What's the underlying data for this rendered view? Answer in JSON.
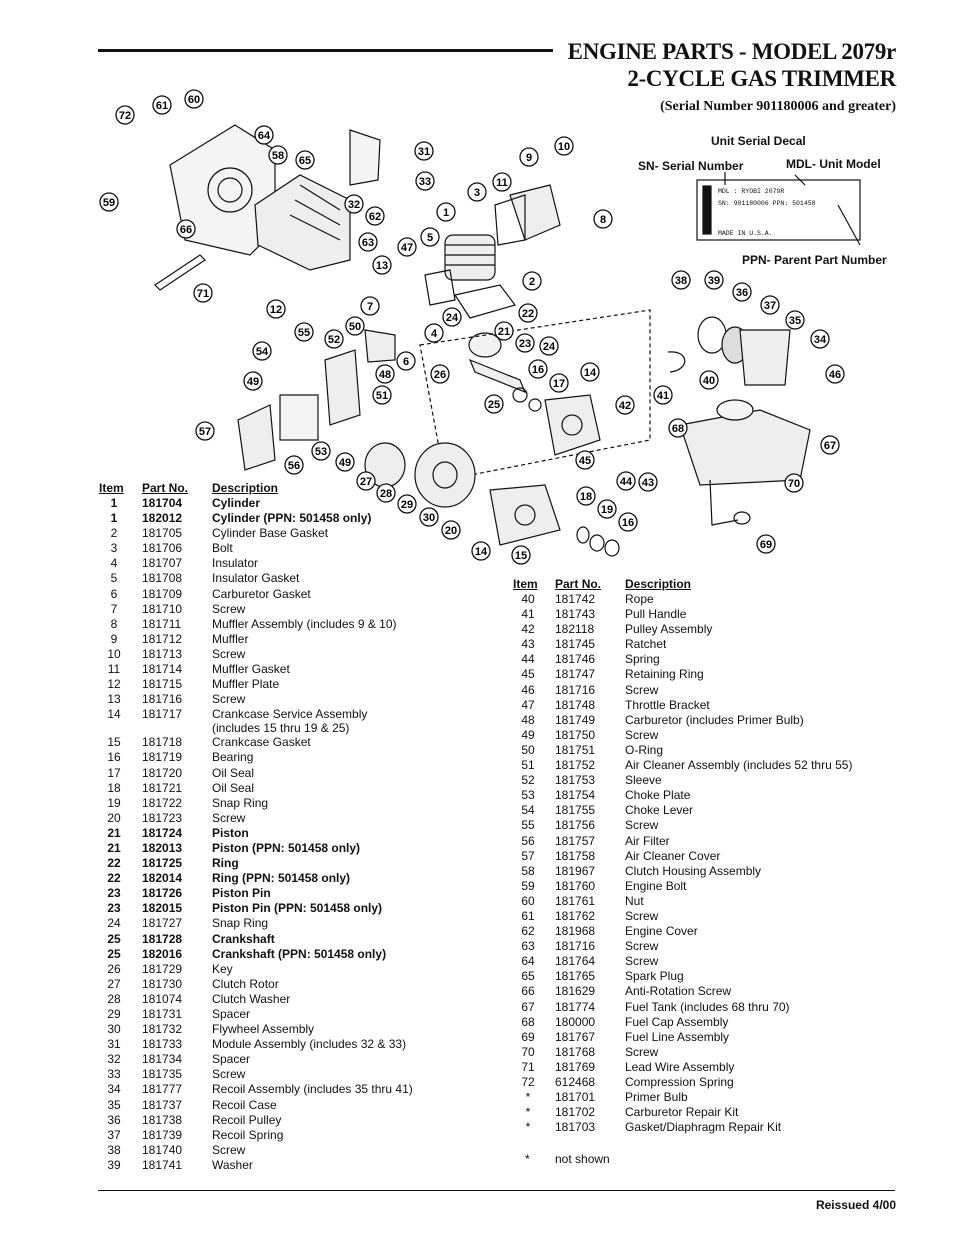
{
  "header": {
    "title_line1": "ENGINE PARTS - MODEL 2079r",
    "title_line2": "2-CYCLE GAS TRIMMER",
    "serial_note": "(Serial Number 901180006 and greater)"
  },
  "decal": {
    "title": "Unit Serial Decal",
    "sn_label": "SN- Serial Number",
    "mdl_label": "MDL- Unit Model",
    "ppn_label": "PPN- Parent Part Number",
    "line1": "MDL :  RYOBI  2079R",
    "line2": "SN: 901180006   PPN: 501458",
    "line3": "MADE IN U.S.A."
  },
  "callouts": [
    "72",
    "61",
    "60",
    "64",
    "58",
    "65",
    "31",
    "33",
    "59",
    "66",
    "32",
    "62",
    "63",
    "71",
    "13",
    "47",
    "12",
    "7",
    "55",
    "50",
    "52",
    "54",
    "48",
    "6",
    "49",
    "51",
    "57",
    "53",
    "56",
    "49",
    "27",
    "28",
    "29",
    "30",
    "20",
    "14",
    "15",
    "1",
    "3",
    "11",
    "9",
    "10",
    "8",
    "5",
    "4",
    "2",
    "24",
    "22",
    "21",
    "23",
    "24",
    "26",
    "16",
    "17",
    "25",
    "14",
    "42",
    "45",
    "44",
    "43",
    "18",
    "19",
    "16",
    "38",
    "39",
    "36",
    "37",
    "35",
    "34",
    "46",
    "41",
    "40",
    "68",
    "67",
    "70",
    "69"
  ],
  "columns": {
    "item": "Item",
    "part_no": "Part No.",
    "part_no_right_a": "Part",
    "part_no_right_b": "No.",
    "description": "Description"
  },
  "left_parts": [
    {
      "item": "1",
      "part": "181704",
      "desc": "Cylinder",
      "bold": true
    },
    {
      "item": "1",
      "part": "182012",
      "desc": "Cylinder (PPN: 501458 only)",
      "bold": true
    },
    {
      "item": "2",
      "part": "181705",
      "desc": "Cylinder Base Gasket"
    },
    {
      "item": "3",
      "part": "181706",
      "desc": "Bolt"
    },
    {
      "item": "4",
      "part": "181707",
      "desc": "Insulator"
    },
    {
      "item": "5",
      "part": "181708",
      "desc": "Insulator Gasket"
    },
    {
      "item": "6",
      "part": "181709",
      "desc": "Carburetor Gasket"
    },
    {
      "item": "7",
      "part": "181710",
      "desc": "Screw"
    },
    {
      "item": "8",
      "part": "181711",
      "desc": "Muffler Assembly (includes 9 & 10)"
    },
    {
      "item": "9",
      "part": "181712",
      "desc": "Muffler"
    },
    {
      "item": "10",
      "part": "181713",
      "desc": "Screw"
    },
    {
      "item": "11",
      "part": "181714",
      "desc": "Muffler Gasket"
    },
    {
      "item": "12",
      "part": "181715",
      "desc": "Muffler Plate"
    },
    {
      "item": "13",
      "part": "181716",
      "desc": "Screw"
    },
    {
      "item": "14",
      "part": "181717",
      "desc": "Crankcase Service Assembly",
      "desc2": "(includes 15 thru 19 & 25)"
    },
    {
      "item": "15",
      "part": "181718",
      "desc": "Crankcase Gasket"
    },
    {
      "item": "16",
      "part": "181719",
      "desc": "Bearing"
    },
    {
      "item": "17",
      "part": "181720",
      "desc": "Oil Seal"
    },
    {
      "item": "18",
      "part": "181721",
      "desc": "Oil Seal"
    },
    {
      "item": "19",
      "part": "181722",
      "desc": "Snap Ring"
    },
    {
      "item": "20",
      "part": "181723",
      "desc": "Screw"
    },
    {
      "item": "21",
      "part": "181724",
      "desc": "Piston",
      "bold": true
    },
    {
      "item": "21",
      "part": "182013",
      "desc": "Piston (PPN: 501458 only)",
      "bold": true
    },
    {
      "item": "22",
      "part": "181725",
      "desc": "Ring",
      "bold": true
    },
    {
      "item": "22",
      "part": "182014",
      "desc": "Ring (PPN: 501458 only)",
      "bold": true
    },
    {
      "item": "23",
      "part": "181726",
      "desc": "Piston Pin",
      "bold": true
    },
    {
      "item": "23",
      "part": "182015",
      "desc": "Piston Pin (PPN: 501458 only)",
      "bold": true
    },
    {
      "item": "24",
      "part": "181727",
      "desc": "Snap Ring"
    },
    {
      "item": "25",
      "part": "181728",
      "desc": "Crankshaft",
      "bold": true
    },
    {
      "item": "25",
      "part": "182016",
      "desc": "Crankshaft (PPN: 501458 only)",
      "bold": true
    },
    {
      "item": "26",
      "part": "181729",
      "desc": "Key"
    },
    {
      "item": "27",
      "part": "181730",
      "desc": "Clutch Rotor"
    },
    {
      "item": "28",
      "part": "181074",
      "desc": "Clutch Washer"
    },
    {
      "item": "29",
      "part": "181731",
      "desc": "Spacer"
    },
    {
      "item": "30",
      "part": "181732",
      "desc": "Flywheel Assembly"
    },
    {
      "item": "31",
      "part": "181733",
      "desc": "Module Assembly (includes 32 & 33)"
    },
    {
      "item": "32",
      "part": "181734",
      "desc": "Spacer"
    },
    {
      "item": "33",
      "part": "181735",
      "desc": "Screw"
    },
    {
      "item": "34",
      "part": "181777",
      "desc": "Recoil Assembly (includes 35 thru 41)"
    },
    {
      "item": "35",
      "part": "181737",
      "desc": "Recoil Case"
    },
    {
      "item": "36",
      "part": "181738",
      "desc": "Recoil Pulley"
    },
    {
      "item": "37",
      "part": "181739",
      "desc": "Recoil Spring"
    },
    {
      "item": "38",
      "part": "181740",
      "desc": "Screw"
    },
    {
      "item": "39",
      "part": "181741",
      "desc": "Washer"
    }
  ],
  "right_parts": [
    {
      "item": "40",
      "part": "181742",
      "desc": "Rope"
    },
    {
      "item": "41",
      "part": "181743",
      "desc": "Pull Handle"
    },
    {
      "item": "42",
      "part": "182118",
      "desc": "Pulley Assembly"
    },
    {
      "item": "43",
      "part": "181745",
      "desc": "Ratchet"
    },
    {
      "item": "44",
      "part": "181746",
      "desc": "Spring"
    },
    {
      "item": "45",
      "part": "181747",
      "desc": "Retaining Ring"
    },
    {
      "item": "46",
      "part": "181716",
      "desc": "Screw"
    },
    {
      "item": "47",
      "part": "181748",
      "desc": "Throttle Bracket"
    },
    {
      "item": "48",
      "part": "181749",
      "desc": "Carburetor (includes Primer Bulb)"
    },
    {
      "item": "49",
      "part": "181750",
      "desc": "Screw"
    },
    {
      "item": "50",
      "part": "181751",
      "desc": "O-Ring"
    },
    {
      "item": "51",
      "part": "181752",
      "desc": "Air Cleaner Assembly (includes 52 thru 55)"
    },
    {
      "item": "52",
      "part": "181753",
      "desc": "Sleeve"
    },
    {
      "item": "53",
      "part": "181754",
      "desc": "Choke Plate"
    },
    {
      "item": "54",
      "part": "181755",
      "desc": "Choke Lever"
    },
    {
      "item": "55",
      "part": "181756",
      "desc": "Screw"
    },
    {
      "item": "56",
      "part": "181757",
      "desc": "Air Filter"
    },
    {
      "item": "57",
      "part": "181758",
      "desc": "Air Cleaner Cover"
    },
    {
      "item": "58",
      "part": "181967",
      "desc": "Clutch Housing Assembly"
    },
    {
      "item": "59",
      "part": "181760",
      "desc": "Engine Bolt"
    },
    {
      "item": "60",
      "part": "181761",
      "desc": "Nut"
    },
    {
      "item": "61",
      "part": "181762",
      "desc": "Screw"
    },
    {
      "item": "62",
      "part": "181968",
      "desc": "Engine Cover"
    },
    {
      "item": "63",
      "part": "181716",
      "desc": "Screw"
    },
    {
      "item": "64",
      "part": "181764",
      "desc": "Screw"
    },
    {
      "item": "65",
      "part": "181765",
      "desc": "Spark Plug"
    },
    {
      "item": "66",
      "part": "181629",
      "desc": "Anti-Rotation Screw"
    },
    {
      "item": "67",
      "part": "181774",
      "desc": "Fuel Tank (includes 68 thru 70)"
    },
    {
      "item": "68",
      "part": "180000",
      "desc": "Fuel Cap Assembly"
    },
    {
      "item": "69",
      "part": "181767",
      "desc": "Fuel Line Assembly"
    },
    {
      "item": "70",
      "part": "181768",
      "desc": "Screw"
    },
    {
      "item": "71",
      "part": "181769",
      "desc": "Lead Wire Assembly"
    },
    {
      "item": "72",
      "part": "612468",
      "desc": "Compression Spring"
    },
    {
      "item": "*",
      "part": "181701",
      "desc": "Primer Bulb"
    },
    {
      "item": "*",
      "part": "181702",
      "desc": "Carburetor Repair Kit"
    },
    {
      "item": "*",
      "part": "181703",
      "desc": "Gasket/Diaphragm Repair Kit"
    }
  ],
  "footnote": {
    "star": "*",
    "text": "not shown"
  },
  "footer": {
    "text": "Reissued 4/00"
  }
}
